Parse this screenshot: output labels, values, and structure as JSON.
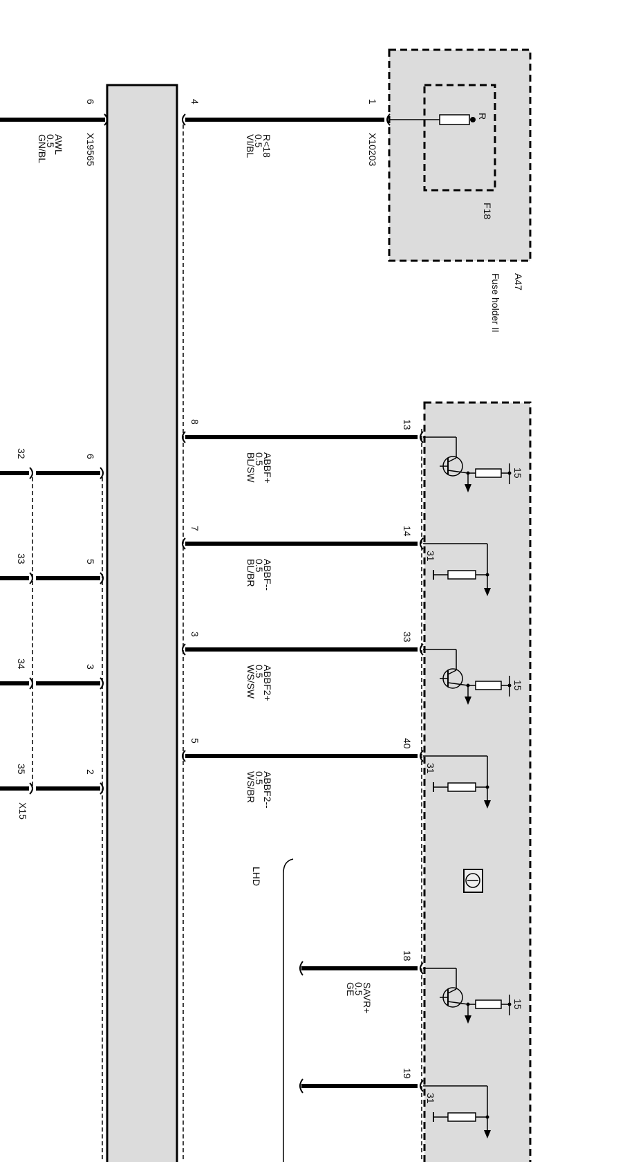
{
  "colors": {
    "panel": "#dcdcdc",
    "line": "#000000",
    "background": "#ffffff"
  },
  "fuse_holder": {
    "id": "A47",
    "name": "Fuse holder II",
    "fuse": "F18",
    "fuse_pin": "R",
    "connector": "X10203",
    "pin": "1"
  },
  "splice_left": {
    "connector": "X19565",
    "pin": "6",
    "wire": [
      "AWL",
      "0.5",
      "GN/BL"
    ]
  },
  "feed_wire": {
    "pin": "4",
    "wire": [
      "R<18",
      "0.5",
      "VI/BL"
    ]
  },
  "signal_wires": [
    {
      "module_pin": "13",
      "bar_pin": "8",
      "wire": [
        "ABBF+",
        "0.5",
        "BL/SW"
      ],
      "driver": "high-side-transistor",
      "supply": "15"
    },
    {
      "module_pin": "14",
      "bar_pin": "7",
      "wire": [
        "ABBF--",
        "0.5",
        "BL/BR"
      ],
      "driver": "pulldown-resistor",
      "supply": "31"
    },
    {
      "module_pin": "33",
      "bar_pin": "3",
      "wire": [
        "ABBF2+",
        "0.5",
        "WS/SW"
      ],
      "driver": "high-side-transistor",
      "supply": "15"
    },
    {
      "module_pin": "40",
      "bar_pin": "5",
      "wire": [
        "ABBF2--",
        "0.5",
        "WS/BR"
      ],
      "driver": "pulldown-resistor",
      "supply": "31"
    }
  ],
  "x15_connector": {
    "id": "X15",
    "pins": [
      {
        "inner": "6",
        "outer": "32"
      },
      {
        "inner": "5",
        "outer": "33"
      },
      {
        "inner": "3",
        "outer": "34"
      },
      {
        "inner": "2",
        "outer": "35"
      }
    ]
  },
  "lhd": {
    "label": "LHD",
    "wires": [
      {
        "module_pin": "18",
        "wire": [
          "SAVR+",
          "0.5",
          "GE"
        ],
        "driver": "high-side-transistor",
        "supply": "15"
      },
      {
        "module_pin": "19",
        "wire": [],
        "driver": "pulldown-resistor",
        "supply": "31"
      }
    ]
  },
  "module_icon": "sensor-icon"
}
